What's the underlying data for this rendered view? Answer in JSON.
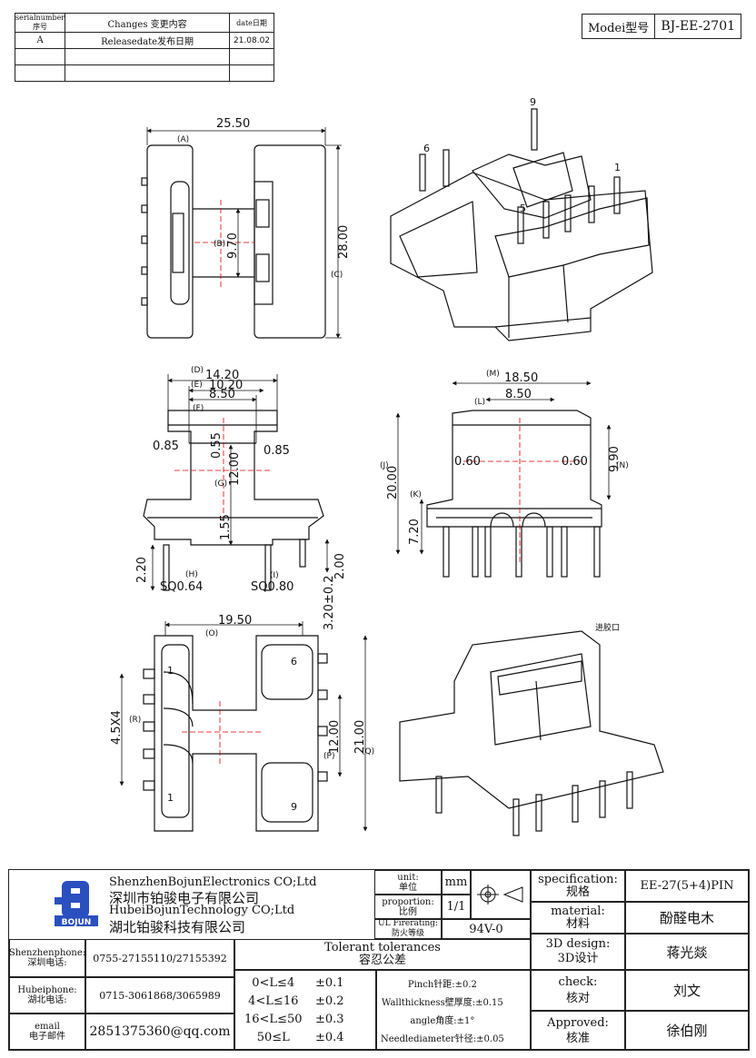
{
  "revision_table": {
    "headers": [
      "serialnumber序号",
      "Changes 变更内容",
      "date日期"
    ],
    "rows": [
      [
        "A",
        "Releasedate发布日期",
        "21.08.02"
      ],
      [
        "",
        "",
        ""
      ],
      [
        "",
        "",
        ""
      ]
    ]
  },
  "model": {
    "label": "Modei型号",
    "value": "BJ-EE-2701"
  },
  "dims": {
    "v1": {
      "w": "25.50",
      "wl": "(A)",
      "h": "28.00",
      "hl": "(C)",
      "b": "9.70",
      "bl": "(B)"
    },
    "v3": {
      "d": "14.20",
      "dl": "(D)",
      "e": "10.20",
      "el": "(E)",
      "f": "8.50",
      "fl": "(F)",
      "a": "0.85",
      "b": "0.85",
      "g1": "0.55",
      "g2": "12.00",
      "gl": "(G)",
      "c": "1.55",
      "h": "2.20",
      "hl": "(H)",
      "sq1": "SQ0.64",
      "il": "(I)",
      "sq2": "SQ0.80",
      "i": "2.00",
      "j": "3.20±0.2"
    },
    "v4": {
      "m": "18.50",
      "ml": "(M)",
      "l": "8.50",
      "ll": "(L)",
      "l1": "0.60",
      "l2": "0.60",
      "n": "9.90",
      "nl": "(N)",
      "j": "20.00",
      "jl": "(J)",
      "k": "7.20",
      "kl": "(K)"
    },
    "v5": {
      "o": "19.50",
      "ol": "(O)",
      "r": "4.5X4",
      "rl": "(R)",
      "p": "12.00",
      "pl": "(P)",
      "q": "21.00",
      "ql": "(Q)"
    },
    "pins": {
      "p1": "1",
      "p5": "5",
      "p6": "6",
      "p9": "9"
    },
    "gate_note": "进胶口"
  },
  "title_block": {
    "company_en1": "ShenzhenBojunElectronics CO;Ltd",
    "company_cn1": "深圳市铂骏电子有限公司",
    "company_en2": "HubeiBojunTechnology CO;Ltd",
    "company_cn2": "湖北铂骏科技有限公司",
    "logo_text": "BOJUN",
    "unit_label": "unit:\n单位",
    "unit_value": "mm",
    "proportion_label": "proportion:\n比例",
    "proportion_value": "1/1",
    "ul_label": "UL Firerating:\n防火等级",
    "ul_value": "94V-0",
    "spec_label": "specification:\n规格",
    "spec_value": "EE-27(5+4)PIN",
    "material_label": "material:\n材料",
    "material_value": "酚醛电木",
    "design_label": "3D design:\n3D设计",
    "design_value": "蒋光燚",
    "check_label": "check:\n核对",
    "check_value": "刘文",
    "approved_label": "Approved:\n核准",
    "approved_value": "徐伯刚",
    "sz_phone_label": "Shenzhenphone:\n深圳电话:",
    "sz_phone": "0755-27155110/27155392",
    "hb_phone_label": "Hubeiphone:\n湖北电话:",
    "hb_phone": "0715-3061868/3065989",
    "email_label": "email\n电子邮件",
    "email": "2851375360@qq.com",
    "tol_title": "Tolerant tolerances\n容忍公差",
    "tol_ranges": [
      "0<L≤4",
      "4<L≤16",
      "16<L≤50",
      "50≤L"
    ],
    "tol_values": [
      "±0.1",
      "±0.2",
      "±0.3",
      "±0.4"
    ],
    "tol_notes": [
      "Pinch针距:±0.2",
      "Wallthickness壁厚度:±0.15",
      "angle角度:±1°",
      "Needlediameter针径:±0.05"
    ]
  }
}
